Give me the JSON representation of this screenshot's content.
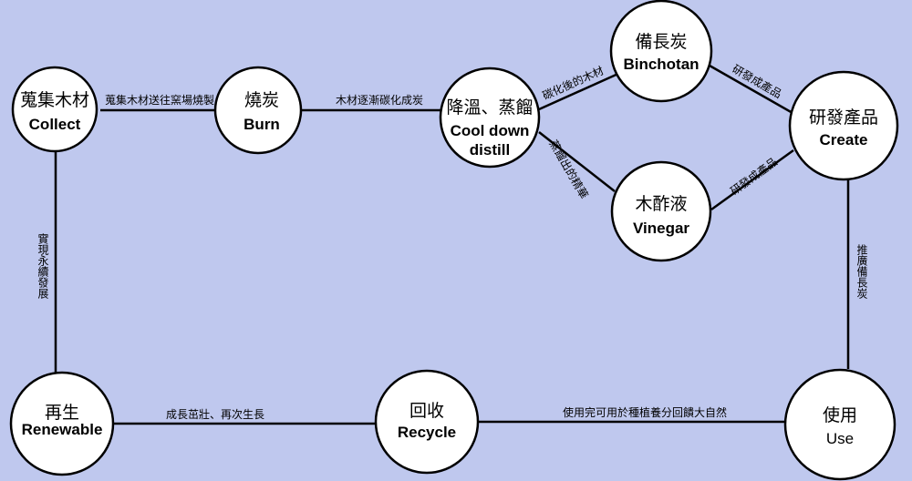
{
  "nodes": {
    "collect": {
      "zh": "蒐集木材",
      "en": "Collect"
    },
    "burn": {
      "zh": "燒炭",
      "en": "Burn"
    },
    "cooldown": {
      "zh": "降溫、蒸餾",
      "en_line1": "Cool down",
      "en_line2": "distill"
    },
    "binchotan": {
      "zh": "備長炭",
      "en": "Binchotan"
    },
    "vinegar": {
      "zh": "木酢液",
      "en": "Vinegar"
    },
    "create": {
      "zh": "研發產品",
      "en": "Create"
    },
    "use": {
      "zh": "使用",
      "en": "Use"
    },
    "recycle": {
      "zh": "回收",
      "en": "Recycle"
    },
    "renewable": {
      "zh": "再生",
      "en": "Renewable"
    }
  },
  "edges": {
    "collect_burn": "蒐集木材送往窯場燒製",
    "burn_cooldown": "木材逐漸碳化成炭",
    "cooldown_binchotan": "碳化後的木材",
    "cooldown_vinegar": "蒸餾出的精華",
    "binchotan_create": "研發成產品",
    "vinegar_create": "研發成產品",
    "create_use": "推廣備長炭",
    "use_recycle": "使用完可用於種植養分回饋大自然",
    "recycle_renewable": "成長茁壯、再次生長",
    "renewable_collect": "實現永續發展"
  }
}
